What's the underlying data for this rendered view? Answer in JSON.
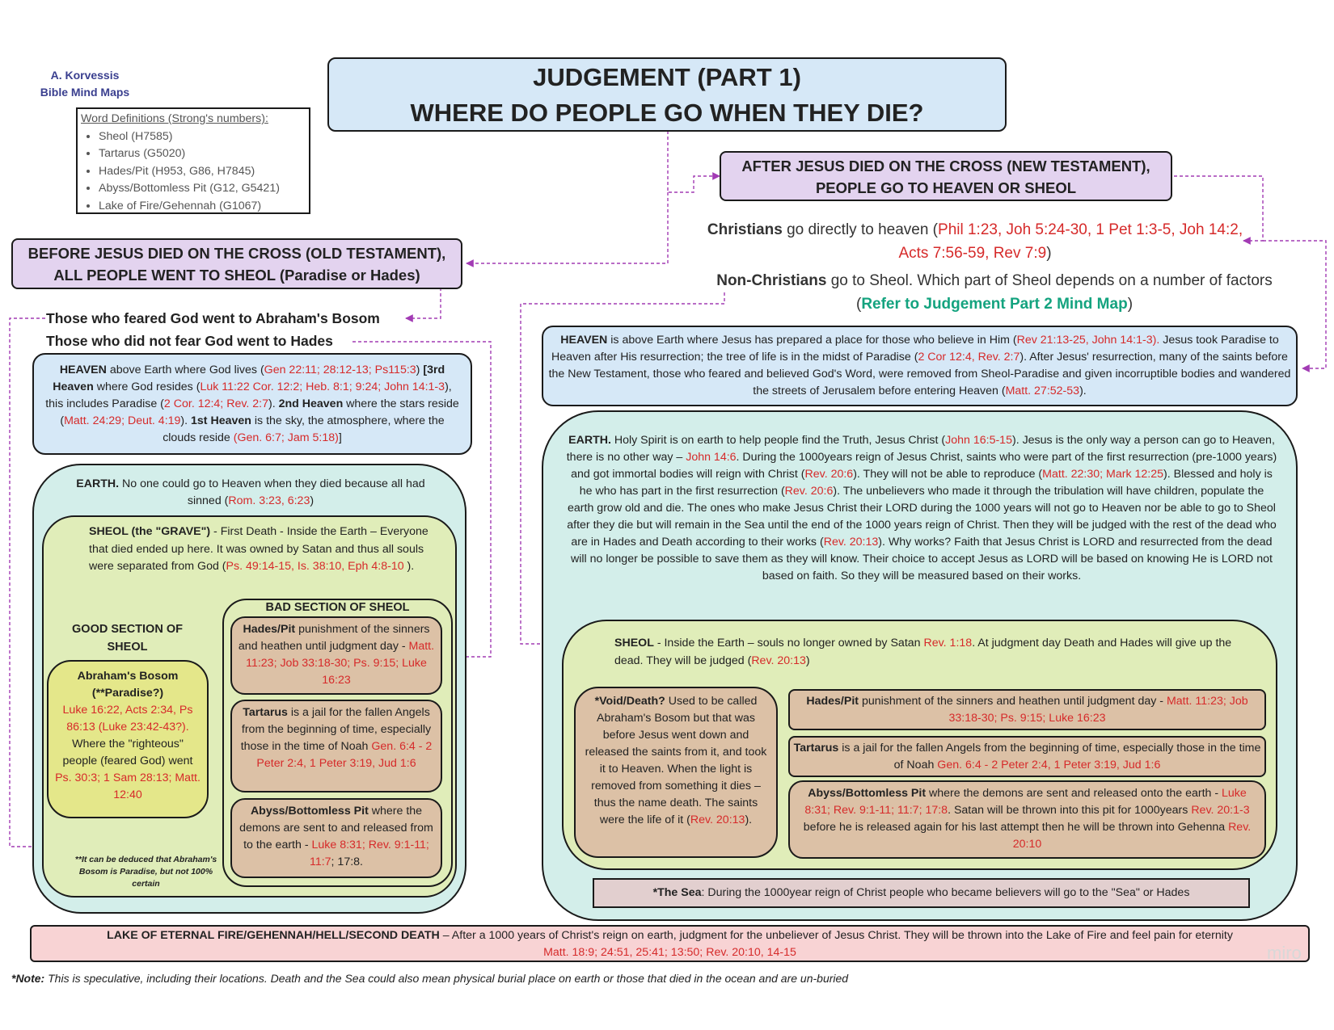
{
  "author": {
    "name": "A. Korvessis",
    "series": "Bible Mind Maps"
  },
  "definitions": {
    "heading": "Word Definitions (Strong's numbers):",
    "items": [
      "Sheol (H7585)",
      "Tartarus (G5020)",
      "Hades/Pit (H953, G86, H7845)",
      "Abyss/Bottomless Pit (G12, G5421)",
      "Lake of Fire/Gehennah (G1067)"
    ]
  },
  "title": {
    "line1": "JUDGEMENT (PART 1)",
    "line2": "WHERE DO PEOPLE GO WHEN THEY DIE?"
  },
  "new_testament_header": {
    "line1": "AFTER JESUS DIED ON THE CROSS (NEW TESTAMENT),",
    "line2": "PEOPLE GO TO HEAVEN OR SHEOL"
  },
  "old_testament_header": {
    "line1": "BEFORE JESUS DIED ON THE CROSS (OLD TESTAMENT),",
    "line2": "ALL PEOPLE WENT TO SHEOL (Paradise or Hades)"
  },
  "christians": {
    "bold": "Christians",
    "text": " go directly to heaven (",
    "refs": "Phil 1:23, Joh 5:24-30, 1 Pet 1:3-5, Joh 14:2, Acts 7:56-59, Rev 7:9",
    "close": ")"
  },
  "non_christians": {
    "bold": "Non-Christians",
    "text": " go to Sheol. Which part of Sheol depends on a number of factors (",
    "link": "Refer to Judgement Part 2 Mind Map",
    "close": ")"
  },
  "feared": {
    "prefix": "Those who ",
    "bold": "feared",
    " suffix_pre": "",
    "suffix": " God went to Abraham's Bosom"
  },
  "not_feared": {
    "text": "Those who did not fear God went to Hades"
  },
  "ot_heaven": {
    "t1": "HEAVEN",
    "t2": " above Earth where God lives (",
    "r1": "Gen 22:11; 28:12-13; Ps115:3",
    "t3": ")",
    "t4": "[3rd Heaven",
    "t5": " where God resides (",
    "r2": "Luk 11:22 Cor. 12:2; Heb. 8:1; 9:24; John 14:1-3",
    "t6": "), this includes Paradise (",
    "r3": "2 Cor. 12:4; Rev. 2:7",
    "t7": "). ",
    "t8": "2nd Heaven",
    "t9": " where the stars reside (",
    "r4": "Matt. 24:29; Deut. 4:19",
    "t10": "). ",
    "t11": "1st Heaven",
    "t12": " is the sky, the atmosphere, where the clouds reside ",
    "r5": "(Gen. 6:7; Jam 5:18)",
    "t13": "]"
  },
  "ot_earth": {
    "bold": "EARTH.",
    "text": " No one could go to Heaven when they died because all had sinned (",
    "refs": "Rom. 3:23,  6:23",
    "close": ")"
  },
  "ot_sheol": {
    "bold": "SHEOL (the \"GRAVE\")",
    "text": " - First Death - Inside the Earth – Everyone that died ended up here. It was owned by Satan and thus all souls were separated from God (",
    "refs": "Ps. 49:14-15, Is. 38:10, Eph 4:8-10",
    "close": " )."
  },
  "good_section": {
    "heading": "GOOD SECTION OF SHEOL"
  },
  "abrahams_bosom": {
    "title": "Abraham's Bosom",
    "subtitle": "(**Paradise?)",
    "refs1": "Luke 16:22, Acts 2:34, Ps 86:13 (Luke 23:42-43?).",
    "text": " Where the \"righteous\" people  (feared God) went ",
    "refs2": "Ps. 30:3; 1 Sam 28:13; Matt. 12:40"
  },
  "paradise_note": "**It can be deduced that Abraham's Bosom is Paradise, but not 100% certain",
  "bad_section": {
    "heading": "BAD SECTION OF SHEOL"
  },
  "ot_hades": {
    "bold": "Hades/Pit",
    "text": " punishment of the sinners and heathen until judgment day - ",
    "refs": "Matt. 11:23; Job 33:18-30; Ps. 9:15; Luke 16:23"
  },
  "ot_tartarus": {
    "bold": "Tartarus",
    "text": " is a jail for the fallen Angels from the beginning of time, especially those in the time of Noah ",
    "refs": "Gen. 6:4 - 2 Peter 2:4, 1 Peter 3:19, Jud 1:6"
  },
  "ot_abyss": {
    "bold": "Abyss/Bottomless Pit",
    "text": " where the demons are sent to and released from to the earth - ",
    "refs": "Luke 8:31; Rev. 9:1-11; 11:7",
    "tail": "; 17:8."
  },
  "nt_heaven": {
    "bold": "HEAVEN",
    "t1": " is above Earth where Jesus has prepared a place for those who believe in Him (",
    "r1": "Rev 21:13-25, John 14:1-3).",
    "t2": "  Jesus took Paradise to Heaven after His resurrection; the tree of life is in the midst of Paradise (",
    "r2": "2 Cor 12:4, Rev. 2:7",
    "t3": "). After Jesus' resurrection, many of the saints before the New Testament, those who feared and believed God's Word, were removed from Sheol-Paradise and given incorruptible bodies and wandered the streets of Jerusalem before entering Heaven (",
    "r3": "Matt. 27:52-53",
    "t4": ")."
  },
  "nt_earth": {
    "bold": "EARTH.",
    "t1": " Holy Spirit is on earth to help people find the Truth, Jesus Christ (",
    "r1": "John 16:5-15",
    "t2": ").  Jesus is the only way a person can go to Heaven, there is no other way – ",
    "r2": "John 14:6",
    "t3": ".  During the 1000years reign of Jesus Christ, saints who were part of the first resurrection (pre-1000 years) and got immortal bodies will reign with Christ (",
    "r3": "Rev. 20:6",
    "t4": ").  They will not be able to reproduce (",
    "r4": "Matt. 22:30; Mark 12:25",
    "t5": "). Blessed and holy is he who has part in the first resurrection (",
    "r5": "Rev. 20:6",
    "t6": ").  The unbelievers who made it through the tribulation will have children, populate the earth grow old and die.  The ones who make Jesus Christ their LORD during the 1000 years will not go to Heaven nor be able to go to Sheol after they die but will remain in the Sea until the end of the 1000 years reign of Christ.  Then they will be judged with the rest of the dead who are in Hades and Death according to their works (",
    "r6": "Rev. 20:13",
    "t7": ").  Why works? Faith that Jesus Christ is LORD and resurrected from the dead will no longer be possible to save them as they will know.  Their choice to accept Jesus as LORD will be based on knowing He is LORD not based on faith. So they will be measured based on their works."
  },
  "nt_sheol": {
    "bold": "SHEOL",
    "t1": " - Inside the Earth – souls no longer owned by Satan ",
    "r1": "Rev. 1:18",
    "t2": ".  At judgment day Death and Hades will give up the dead.  They will be judged (",
    "r2": "Rev. 20:13",
    "t3": ")"
  },
  "nt_void": {
    "bold": "*Void/Death?",
    "text": " Used to be called Abraham's Bosom but that was before Jesus went down and released the saints from it, and took it to Heaven.  When  the light is removed from something it dies – thus the name death.  The saints were the life of it (",
    "refs": "Rev. 20:13",
    "close": ")."
  },
  "nt_hades": {
    "bold": "Hades/Pit",
    "text": " punishment of the sinners and heathen until judgment day - ",
    "refs": "Matt. 11:23; Job 33:18-30; Ps. 9:15; Luke 16:23"
  },
  "nt_tartarus": {
    "bold": "Tartarus",
    "text": " is a jail for the fallen Angels from the beginning of time, especially those in the time of Noah ",
    "refs": "Gen. 6:4 - 2 Peter 2:4, 1 Peter 3:19, Jud 1:6"
  },
  "nt_abyss": {
    "bold": "Abyss/Bottomless Pit",
    "t1": " where the demons are sent and released onto the earth - ",
    "r1": "Luke 8:31; Rev. 9:1-11; 11:7; 17:8",
    "t2": ".  Satan will be thrown into this pit for 1000years ",
    "r2": "Rev. 20:1-3",
    "t3": " before he is released again for his last attempt then he will be thrown into Gehenna ",
    "r3": "Rev. 20:10"
  },
  "sea": {
    "bold": "*The Sea",
    "text": ": During the 1000year reign of Christ people who became believers will go to the \"Sea\" or Hades"
  },
  "lake": {
    "bold": "LAKE OF ETERNAL FIRE/GEHENNAH/HELL/SECOND DEATH",
    "text": " – After a 1000 years of Christ's reign on earth, judgment for the unbeliever of Jesus Christ.  They will be thrown into the Lake of Fire and feel pain for eternity",
    "refs": "Matt. 18:9; 24:51, 25:41; 13:50; Rev. 20:10, 14-15"
  },
  "watermark": "miro",
  "footnote": {
    "bold": "*Note:",
    "text": " This is speculative, including their locations. Death and the Sea could also mean physical burial place on earth or those that died in the ocean and are un-buried"
  },
  "colors": {
    "heaven": "#d6e8f7",
    "earth": "#d3eeea",
    "sheol": "#e0edb9",
    "pit": "#dcc1a6",
    "bosom": "#e4e78a",
    "header": "#e3d3ef",
    "lake": "#f8d3d4",
    "sea": "#e2cfcf",
    "ref": "#d62a2a",
    "link": "#14a37f",
    "connector": "#a23bb4"
  }
}
